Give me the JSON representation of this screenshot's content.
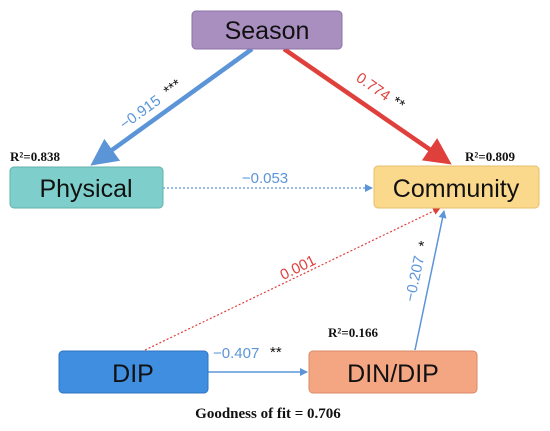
{
  "nodes": {
    "season": {
      "label": "Season",
      "color": "#a98fc0"
    },
    "physical": {
      "label": "Physical",
      "color": "#7ecfcb"
    },
    "community": {
      "label": "Community",
      "color": "#fbd98c"
    },
    "dip": {
      "label": "DIP",
      "color": "#3f8ee0"
    },
    "dindip": {
      "label": "DIN/DIP",
      "color": "#f4a683"
    }
  },
  "paths": {
    "season_physical": {
      "coefficient": "−0.915",
      "significance": "***",
      "color": "#5b95d8",
      "style": "solid"
    },
    "season_community": {
      "coefficient": "0.774",
      "significance": "**",
      "color": "#e0403c",
      "style": "solid"
    },
    "physical_community": {
      "coefficient": "−0.053",
      "significance": "",
      "color": "#5b95d8",
      "style": "dotted"
    },
    "dip_community": {
      "coefficient": "0.001",
      "significance": "",
      "color": "#e0403c",
      "style": "dotted"
    },
    "dip_dindip": {
      "coefficient": "−0.407",
      "significance": "**",
      "color": "#5b95d8",
      "style": "solid"
    },
    "dindip_community": {
      "coefficient": "−0.207",
      "significance": "*",
      "color": "#5b95d8",
      "style": "solid"
    }
  },
  "r_squared": {
    "physical": "R²=0.838",
    "community": "R²=0.809",
    "dindip": "R²=0.166"
  },
  "goodness_of_fit": "Goodness of fit = 0.706"
}
